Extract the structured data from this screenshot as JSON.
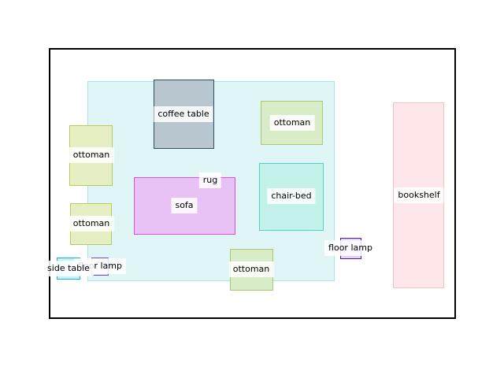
{
  "items": [
    {
      "name": "rug",
      "label": "rug",
      "fill": "#e0f5f5",
      "stroke": "#a8e6e6"
    },
    {
      "name": "coffee-table",
      "label": "coffee table",
      "fill": "#b8c6cf",
      "stroke": "#2f4f5f"
    },
    {
      "name": "ottoman-1",
      "label": "ottoman",
      "fill": "#d9ecc8",
      "stroke": "#a8cc6a"
    },
    {
      "name": "ottoman-2",
      "label": "ottoman",
      "fill": "#e6efc4",
      "stroke": "#b7cc5a"
    },
    {
      "name": "ottoman-3",
      "label": "ottoman",
      "fill": "#e6efc4",
      "stroke": "#b7cc5a"
    },
    {
      "name": "sofa",
      "label": "sofa",
      "fill": "#e8c2f4",
      "stroke": "#d94fe0"
    },
    {
      "name": "chair-bed",
      "label": "chair-bed",
      "fill": "#c2f2ea",
      "stroke": "#4ad6c4"
    },
    {
      "name": "bookshelf",
      "label": "bookshelf",
      "fill": "#ffe6e8",
      "stroke": "#f4c2c6"
    },
    {
      "name": "floor-lamp-1",
      "label": "floor lamp",
      "fill": "#e3d4f5",
      "stroke": "#4b1fa8"
    },
    {
      "name": "floor-lamp-2",
      "label": "floor lamp",
      "fill": "#e6e0f5",
      "stroke": "#6c4fc4"
    },
    {
      "name": "side-table",
      "label": "side table",
      "fill": "#c8f0f8",
      "stroke": "#14b4e0"
    },
    {
      "name": "ottoman-4",
      "label": "ottoman",
      "fill": "#d9ecc8",
      "stroke": "#a8cc6a"
    }
  ]
}
